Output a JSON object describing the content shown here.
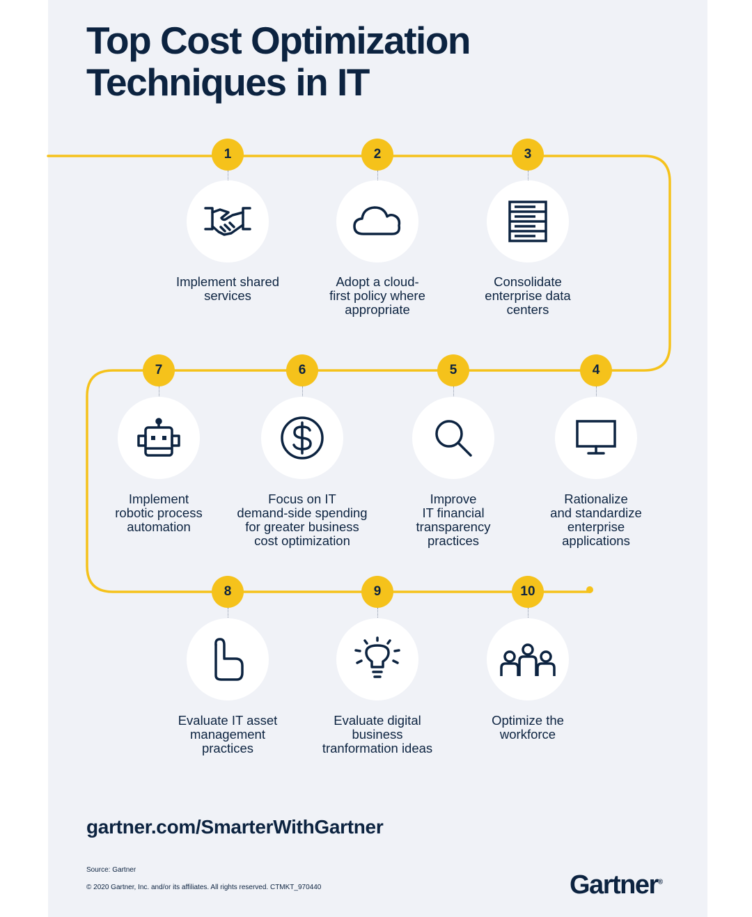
{
  "title": {
    "line1": "Top Cost Optimization",
    "line2": "Techniques in IT"
  },
  "colors": {
    "navy": "#0c2340",
    "yellow": "#f5c21b",
    "background": "#f0f2f7"
  },
  "steps": [
    {
      "number": "1",
      "label": "Implement shared\nservices",
      "icon": "handshake-icon"
    },
    {
      "number": "2",
      "label": "Adopt a cloud-\nfirst policy where\nappropriate",
      "icon": "cloud-icon"
    },
    {
      "number": "3",
      "label": "Consolidate\nenterprise data\ncenters",
      "icon": "server-icon"
    },
    {
      "number": "4",
      "label": "Rationalize\nand standardize\nenterprise\napplications",
      "icon": "monitor-icon"
    },
    {
      "number": "5",
      "label": "Improve\nIT financial\ntransparency\npractices",
      "icon": "magnifier-icon"
    },
    {
      "number": "6",
      "label": "Focus on IT\ndemand-side spending\nfor greater business\ncost optimization",
      "icon": "dollar-icon"
    },
    {
      "number": "7",
      "label": "Implement\nrobotic process\nautomation",
      "icon": "robot-icon"
    },
    {
      "number": "8",
      "label": "Evaluate IT asset\nmanagement\npractices",
      "icon": "pointer-hand-icon"
    },
    {
      "number": "9",
      "label": "Evaluate digital\nbusiness\ntranformation ideas",
      "icon": "lightbulb-icon"
    },
    {
      "number": "10",
      "label": "Optimize the\nworkforce",
      "icon": "team-icon"
    }
  ],
  "footer": {
    "url": "gartner.com/SmarterWithGartner",
    "source": "Source: Gartner",
    "copyright": "© 2020 Gartner, Inc. and/or its affiliates. All rights reserved. CTMKT_970440",
    "logo": "Gartner",
    "logo_mark": "®"
  }
}
